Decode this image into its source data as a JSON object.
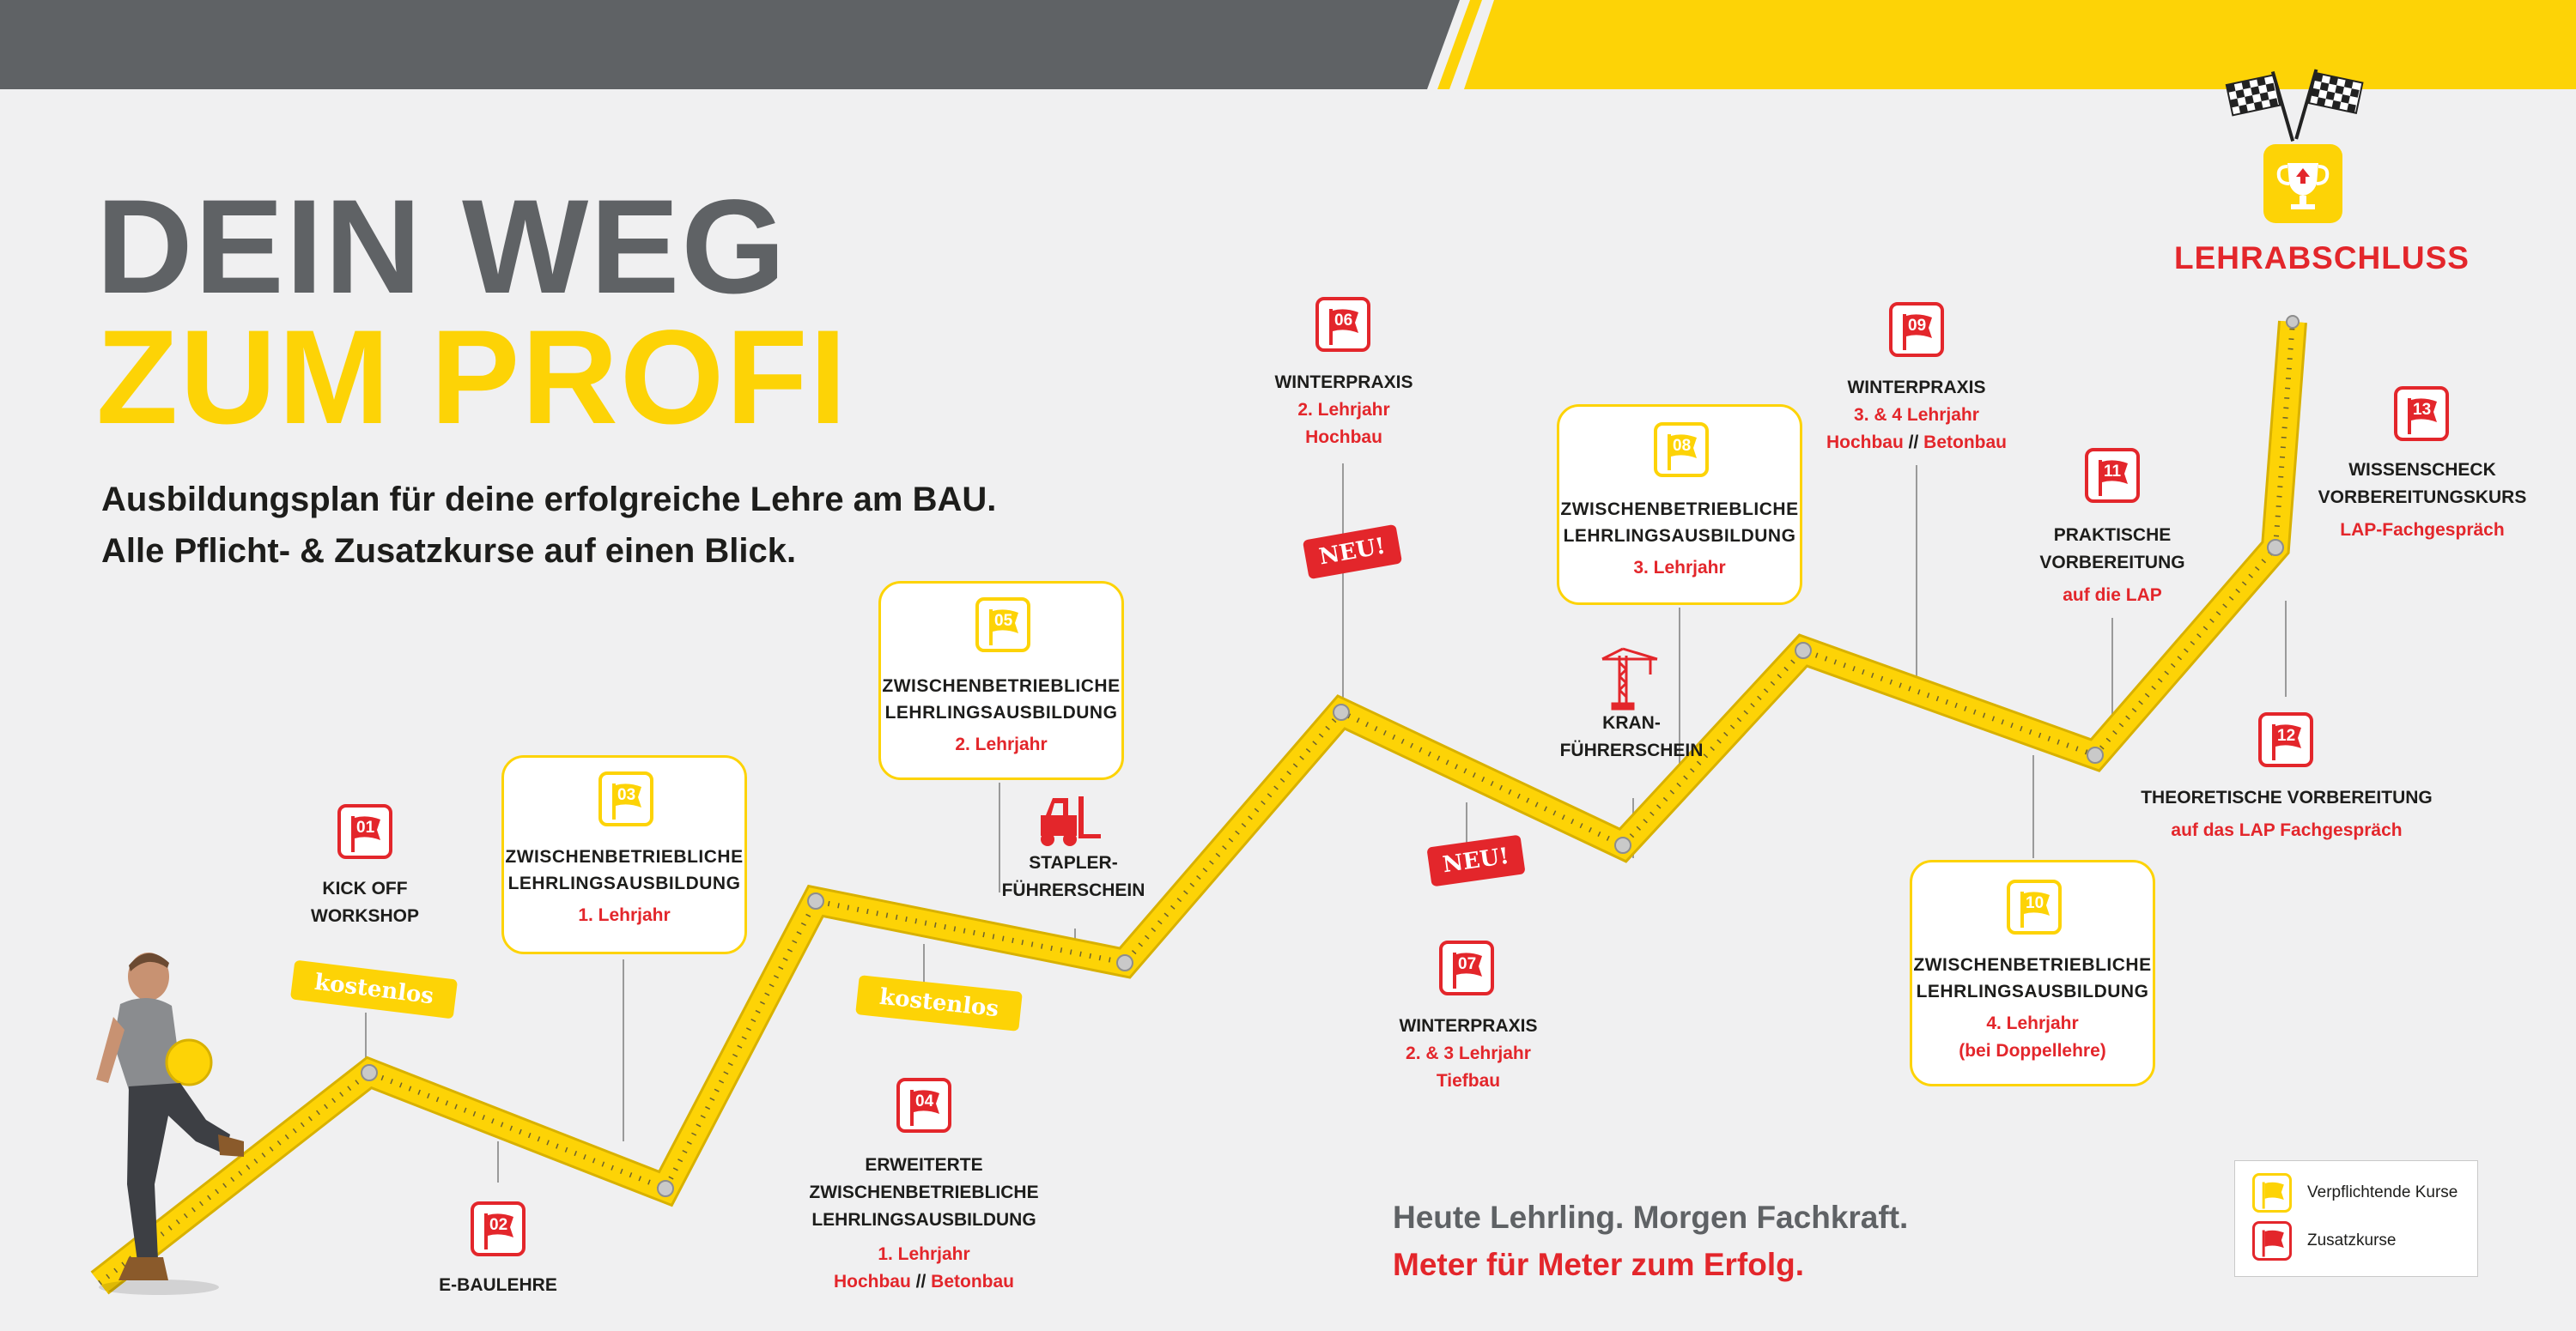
{
  "header": {
    "title_line1": "DEIN WEG",
    "title_line2": "ZUM PROFI",
    "subtitle_line1": "Ausbildungsplan für deine erfolgreiche Lehre am BAU.",
    "subtitle_line2": "Alle Pflicht- & Zusatzkurse auf einen Blick."
  },
  "colors": {
    "yellow": "#fdd306",
    "red": "#e3262b",
    "gray": "#5f6265",
    "dark": "#1d1d1b"
  },
  "steps": {
    "s01": {
      "num": "01",
      "line1": "KICK OFF",
      "line2": "WORKSHOP",
      "type": "zusatz"
    },
    "s02": {
      "num": "02",
      "line1": "E-BAULEHRE",
      "type": "zusatz"
    },
    "s03": {
      "num": "03",
      "line1": "ZWISCHENBETRIEBLICHE",
      "line2": "LEHRLINGSAUSBILDUNG",
      "detail": "1. Lehrjahr",
      "type": "pflicht"
    },
    "s04": {
      "num": "04",
      "line1": "ERWEITERTE ZWISCHENBETRIEBLICHE",
      "line2": "LEHRLINGSAUSBILDUNG",
      "detail1": "1. Lehrjahr",
      "detail2a": "Hochbau",
      "detail2sep": " // ",
      "detail2b": "Betonbau",
      "type": "zusatz"
    },
    "s05": {
      "num": "05",
      "line1": "ZWISCHENBETRIEBLICHE",
      "line2": "LEHRLINGSAUSBILDUNG",
      "detail": "2. Lehrjahr",
      "type": "pflicht"
    },
    "s06": {
      "num": "06",
      "line1": "WINTERPRAXIS",
      "detail1": "2. Lehrjahr",
      "detail2": "Hochbau",
      "type": "zusatz"
    },
    "s07": {
      "num": "07",
      "line1": "WINTERPRAXIS",
      "detail1": "2. & 3 Lehrjahr",
      "detail2": "Tiefbau",
      "type": "zusatz"
    },
    "s08": {
      "num": "08",
      "line1": "ZWISCHENBETRIEBLICHE",
      "line2": "LEHRLINGSAUSBILDUNG",
      "detail": "3. Lehrjahr",
      "type": "pflicht"
    },
    "s09": {
      "num": "09",
      "line1": "WINTERPRAXIS",
      "detail1": "3. & 4 Lehrjahr",
      "detail2a": "Hochbau",
      "detail2sep": " // ",
      "detail2b": "Betonbau",
      "type": "zusatz"
    },
    "s10": {
      "num": "10",
      "line1": "ZWISCHENBETRIEBLICHE",
      "line2": "LEHRLINGSAUSBILDUNG",
      "detail1": "4. Lehrjahr",
      "detail2": "(bei Doppellehre)",
      "type": "pflicht"
    },
    "s11": {
      "num": "11",
      "line1": "PRAKTISCHE",
      "line2": "VORBEREITUNG",
      "detail": "auf die LAP",
      "type": "zusatz"
    },
    "s12": {
      "num": "12",
      "line1": "THEORETISCHE VORBEREITUNG",
      "detail": "auf das LAP Fachgespräch",
      "type": "zusatz"
    },
    "s13": {
      "num": "13",
      "line1": "WISSENSCHECK",
      "line2": "VORBEREITUNGSKURS",
      "detail": "LAP-Fachgespräch",
      "type": "zusatz"
    }
  },
  "extras": {
    "stapler_line1": "STAPLER-",
    "stapler_line2": "FÜHRERSCHEIN",
    "kran_line1": "KRAN-",
    "kran_line2": "FÜHRERSCHEIN",
    "badge_kostenlos": "kostenlos",
    "badge_neu": "NEU!"
  },
  "final": {
    "label": "LEHRABSCHLUSS"
  },
  "slogan": {
    "line1": "Heute Lehrling. Morgen Fachkraft.",
    "line2": "Meter für Meter zum Erfolg."
  },
  "legend": {
    "pflicht": "Verpflichtende Kurse",
    "zusatz": "Zusatzkurse"
  }
}
